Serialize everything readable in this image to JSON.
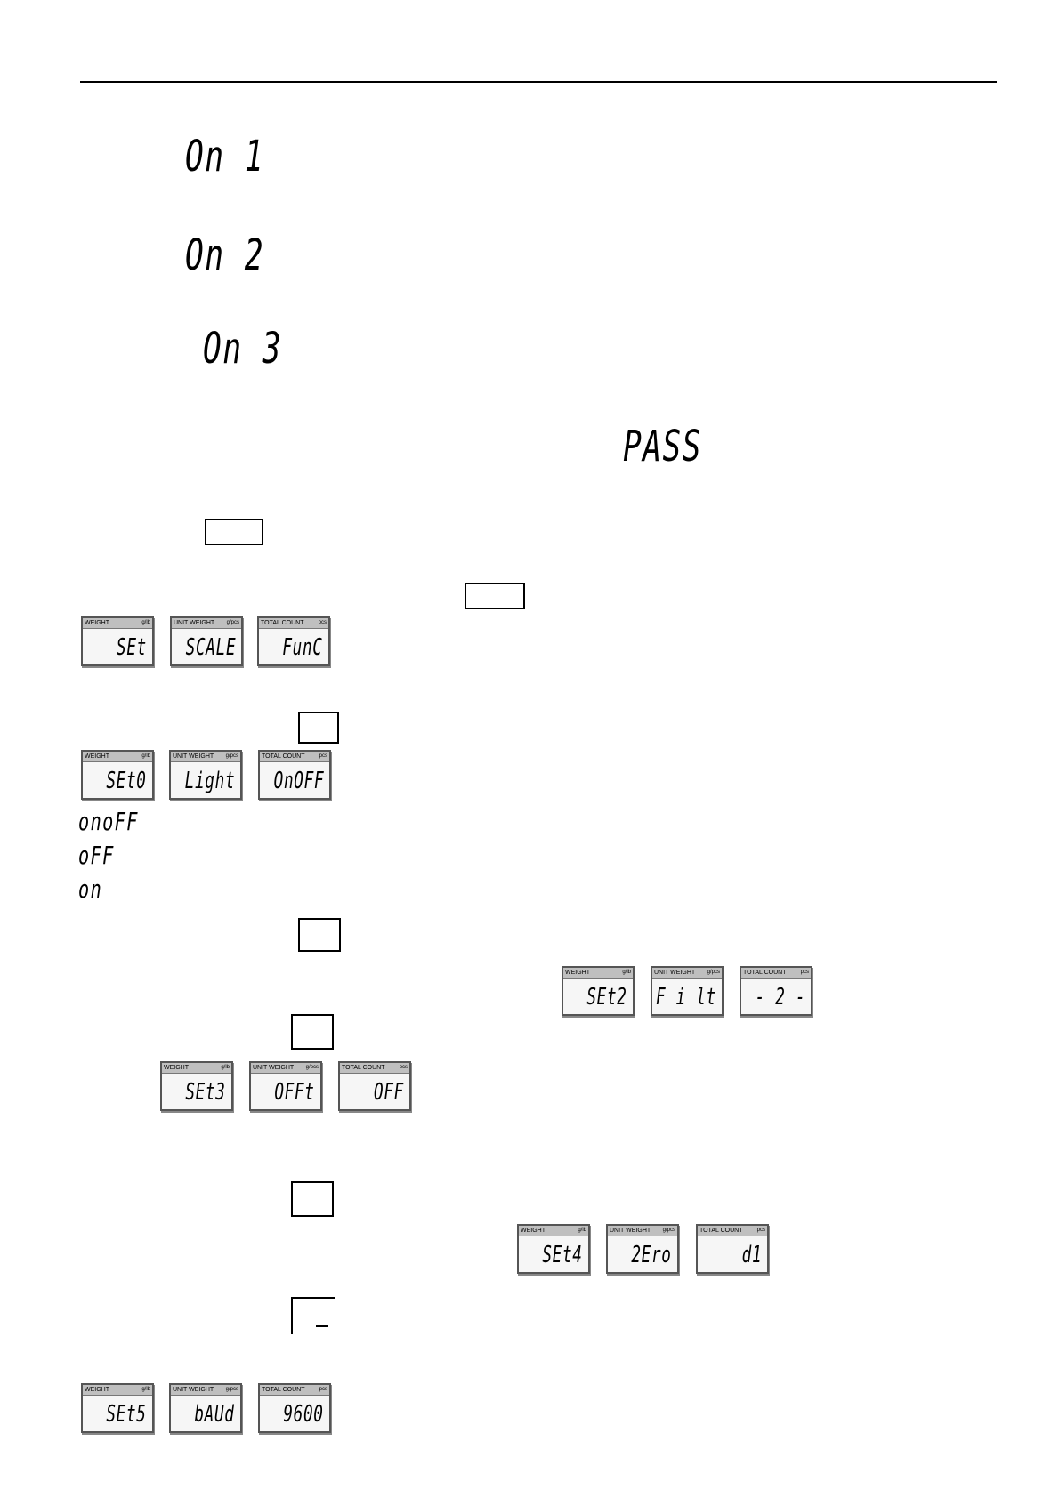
{
  "displays": {
    "on1": "On 1",
    "on2": "On 2",
    "on3": "On 3",
    "pass": "PASS"
  },
  "options": {
    "onoff": "onoFF",
    "off": "oFF",
    "on": "on"
  },
  "lcd_labels": {
    "weight": "WEIGHT",
    "weight_unit": "g/lb",
    "unit_weight": "UNIT WEIGHT",
    "unit_weight_unit": "g/pcs",
    "total_count": "TOTAL COUNT",
    "total_count_unit": "pcs"
  },
  "lcd_rows": [
    {
      "weight": "SEt",
      "unit_weight": "SCALE",
      "total_count": "FunC"
    },
    {
      "weight": "SEt0",
      "unit_weight": "Light",
      "total_count": "OnOFF"
    },
    {
      "weight": "SEt2",
      "unit_weight": "F i lt",
      "total_count": "- 2 -"
    },
    {
      "weight": "SEt3",
      "unit_weight": "OFFt",
      "total_count": "OFF"
    },
    {
      "weight": "SEt4",
      "unit_weight": "2Ero",
      "total_count": "d1"
    },
    {
      "weight": "SEt5",
      "unit_weight": "bAUd",
      "total_count": "9600"
    }
  ]
}
